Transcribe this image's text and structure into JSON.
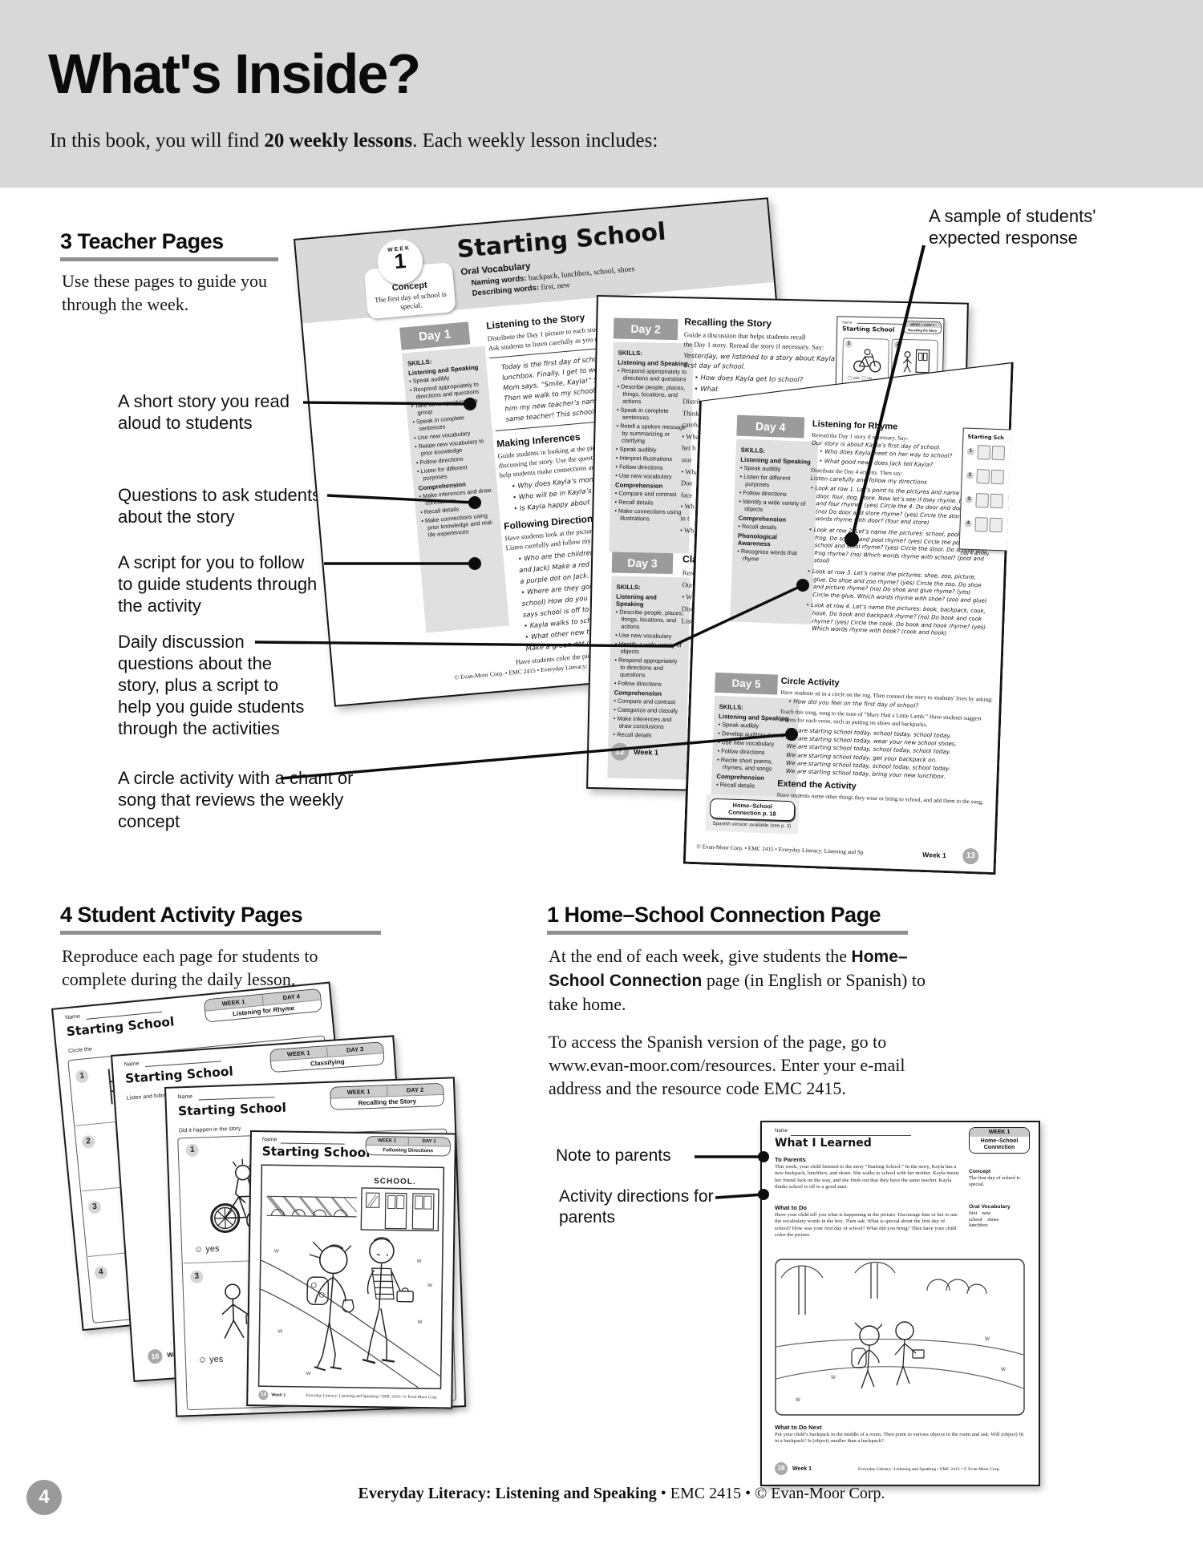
{
  "colors": {
    "band": "#d8d8d8",
    "underline": "#8f8f8f",
    "day_badge": "#9b9b9b",
    "sidebar": "#e0e0e0",
    "page_circle": "#a9a9a9",
    "ink": "#111111"
  },
  "header": {
    "title": "What's Inside?",
    "intro_prefix": "In this book, you will find ",
    "intro_bold": "20 weekly lessons",
    "intro_suffix": ". Each weekly lesson includes:"
  },
  "teacher_section": {
    "heading": "3 Teacher Pages",
    "desc": "Use these pages to guide you through the week.",
    "callout_story": "A short story you read aloud to students",
    "callout_questions": "Questions to ask students about the story",
    "callout_script": "A script for you to follow to guide students through the activity",
    "callout_daily": "Daily discussion questions about the story, plus a script to help you guide students through the activities",
    "callout_circle": "A circle activity with a chant or song that reviews the weekly concept",
    "callout_sample": "A sample of students' expected response"
  },
  "student_section": {
    "heading": "4 Student Activity Pages",
    "desc": "Reproduce each page for students to complete during the daily lesson."
  },
  "home_section": {
    "heading": "1 Home–School Connection Page",
    "p1_prefix": "At the end of each week, give students the ",
    "p1_bold": "Home–School Connection",
    "p1_suffix": " page (in English or Spanish) to take home.",
    "p2": "To access the Spanish version of the page, go to www.evan-moor.com/resources. Enter your e-mail address and the resource code EMC 2415.",
    "note_callout": "Note to parents",
    "dir_callout": "Activity directions for parents"
  },
  "page_footer": {
    "num": "4",
    "bold": "Everyday Literacy: Listening and Speaking",
    "rest": " • EMC 2415 • © Evan-Moor Corp."
  },
  "week1": {
    "badge_week": "WEEK",
    "badge_num": "1",
    "concept_label": "Concept",
    "concept": "The first day of school is special.",
    "title": "Starting School",
    "vocab_h": "Oral Vocabulary",
    "naming_label": "Naming words:",
    "naming": " backpack, lunchbox, school, shoes",
    "desc_label": "Describing words:",
    "desc": " first, new",
    "day": "Day 1",
    "skills_h": "SKILLS:",
    "ls_h": "Listening and Speaking",
    "skills": [
      "Speak audibly",
      "Respond appropriately to directions and questions",
      "Take turns speaking in a group",
      "Speak in complete sentences",
      "Use new vocabulary",
      "Relate new vocabulary to prior knowledge",
      "Follow directions",
      "Listen for different purposes"
    ],
    "comp_h": "Comprehension",
    "comp": [
      "Make inferences and draw conclusions",
      "Recall details",
      "Make connections using prior knowledge and real-life experiences"
    ],
    "s1_h": "Listening to the Story",
    "s1_intro": [
      "Distribute the Day 1 picture to each stude",
      "Ask students to listen carefully as you rea"
    ],
    "story": [
      "Today is the first day of school. I",
      "lunchbox. Finally, I get to wear my n",
      "Mom says, “Smile, Kayla!” She",
      "Then we walk to my school. On",
      "him my new teacher’s name is Miss",
      "same teacher! This school year is o"
    ],
    "s2_h": "Making Inferences",
    "s2_intro": [
      "Guide students in looking at the pictur",
      "discussing the story. Use the questions",
      "help students make connections and i"
    ],
    "s2_bullets": [
      "Why does Kayla’s mom take her",
      "Who will be in Kayla’s class?",
      "Is Kayla happy about starting sc"
    ],
    "s3_h": "Following Directions",
    "s3_intro": [
      "Have students look at the picture. The",
      "Listen carefully and follow my direc"
    ],
    "s3_lines": [
      "• Who are the children in the pic",
      "and Jack) Make a red dot on K",
      "a purple dot on Jack.",
      "• Where are they going? (to sch",
      "school) How do you know Kay",
      "says school is off to a good st",
      "• Kayla walks to school in her n",
      "• What other new thing does",
      "Make a green dot on Kayla’s"
    ],
    "s3_outro": "Have students color the picture acc",
    "footer": "© Evan-Moor Corp. • EMC 2415 • Everyday Literacy: Listening and"
  },
  "day2": {
    "day": "Day 2",
    "skills_h": "SKILLS:",
    "ls_h": "Listening and Speaking",
    "skills": [
      "Respond appropriately to directions and questions",
      "Describe people, places, things, locations, and actions",
      "Speak in complete sentences",
      "Retell a spoken message by summarizing or clarifying",
      "Speak audibly",
      "Interpret illustrations",
      "Follow directions",
      "Use new vocabulary"
    ],
    "comp_h": "Comprehension",
    "comp": [
      "Compare and contrast",
      "Recall details",
      "Make connections using illustrations"
    ],
    "h": "Recalling the Story",
    "intro": [
      "Guide a discussion that helps students recall",
      "the Day 1 story. Reread the story if necessary. Say:"
    ],
    "script": [
      "Yesterday, we listened to a story about Kayla’s",
      "first day of school."
    ],
    "bullets": [
      "• How does Kayla get to school?",
      "• What"
    ],
    "frags": [
      "Distribute t",
      "Think abo",
      "carefully",
      "• Wha",
      "her b",
      "stor",
      "• Wha",
      "Doe",
      "face",
      "• Wh",
      "in t",
      "• Wh"
    ],
    "footer_num": "12",
    "footer_week": "Week 1"
  },
  "day3": {
    "day": "Day 3",
    "skills_h": "SKILLS:",
    "ls_h": "Listening and Speaking",
    "skills": [
      "Describe people, places, things, locations, and actions",
      "Use new vocabulary",
      "Identify a wide variety of objects",
      "Respond appropriately to directions and questions",
      "Follow directions"
    ],
    "comp_h": "Comprehension",
    "comp": [
      "Compare and contrast",
      "Categorize and classify",
      "Make inferences and draw conclusions",
      "Recall details"
    ],
    "h": "Classi",
    "frags": [
      "Reread",
      "Our s",
      "• W",
      "Distrib",
      "Liste"
    ]
  },
  "day4": {
    "day": "Day 4",
    "skills_h": "SKILLS:",
    "ls_h": "Listening and Speaking",
    "skills": [
      "Speak audibly",
      "Listen for different purposes",
      "Follow directions",
      "Identify a wide variety of objects"
    ],
    "comp_h": "Comprehension",
    "comp": [
      "Recall details"
    ],
    "pa_h": "Phonological Awareness",
    "pa": [
      "Recognize words that rhyme"
    ],
    "h": "Listening for Rhyme",
    "intro1": "Reread the Day 1 story if necessary. Say:",
    "script1": "Our story is about Kayla’s first day of school.",
    "bullets": [
      "Who does Kayla meet on her way to school?",
      "What good news does Jack tell Kayla?"
    ],
    "intro2": "Distribute the Day 4 activity. Then say:",
    "script2": "Listen carefully and follow my directions",
    "rows": [
      "Look at row 1. Let’s point to the pictures and name them: door, four, dog, store. Now let’s see if they rhyme. Do door and four rhyme? (yes) Circle the 4. Do door and dog rhyme? (no) Do door and store rhyme? (yes) Circle the store. Which words rhyme with door? (four and store)",
      "Look at row 2. Let’s name the pictures: school, pool, stool, frog. Do school and pool rhyme? (yes) Circle the pool. Do school and stool rhyme? (yes) Circle the stool. Do school and frog rhyme? (no) Which words rhyme with school? (pool and stool)",
      "Look at row 3. Let’s name the pictures: shoe, zoo, picture, glue. Do shoe and zoo rhyme? (yes) Circle the zoo. Do shoe and picture rhyme? (no) Do shoe and glue rhyme? (yes) Circle the glue. Which words rhyme with shoe? (zoo and glue)",
      "Look at row 4. Let’s name the pictures: book, backpack, cook, hook. Do book and backpack rhyme? (no) Do book and cook rhyme? (yes) Circle the cook. Do book and hook rhyme? (yes) Which words rhyme with book? (cook and hook)"
    ],
    "thumb_title": "Starting Sch",
    "thumb_caption": "Day 4 activity",
    "thumb_rows": [
      "1",
      "2",
      "3",
      "4"
    ]
  },
  "day5": {
    "day": "Day 5",
    "skills_h": "SKILLS:",
    "ls_h": "Listening and Speaking",
    "skills": [
      "Speak audibly",
      "Develop auditory memory",
      "Use new vocabulary",
      "Follow directions",
      "Recite short poems, rhymes, and songs"
    ],
    "comp_h": "Comprehension",
    "comp": [
      "Recall details"
    ],
    "h": "Circle Activity",
    "intro": "Have students sit in a circle on the rug. Then connect the story to students’ lives by asking:",
    "bullet": "• How did you feel on the first day of school?",
    "teach": "Teach this song, sung to the tune of “Mary Had a Little Lamb.” Have students suggest actions for each verse, such as putting on shoes and backpacks.",
    "song": [
      "We are starting school today, school today, school today.",
      "We are starting school today, wear your new school shoes.",
      "We are starting school today, school today, school today.",
      "We are starting school today, get your backpack on.",
      "We are starting school today, school today, school today.",
      "We are starting school today, bring your new lunchbox."
    ],
    "extend_h": "Extend the Activity",
    "extend": "Have students name other things they wear or bring to school, and add them to the song.",
    "hsc1": "Home–School",
    "hsc2": "Connection p. 18",
    "hsc3": "Spanish version available (see p. 2)",
    "footer": "© Evan-Moor Corp. • EMC 2415 • Everyday Literacy: Listening and Sp",
    "footer_week": "Week 1",
    "footer_num": "13"
  },
  "thumb2": {
    "name_label": "Name",
    "title": "Starting School",
    "week": "WEEK 1",
    "day": "DAY 2",
    "skill": "Recalling the Story",
    "n1": "1",
    "n2": "2",
    "yes": "yes",
    "no": "no"
  },
  "student_pages": {
    "name_label": "Name",
    "title": "Starting School",
    "d4": {
      "week": "WEEK 1",
      "day": "DAY 4",
      "skill": "Listening for Rhyme",
      "dir": "Circle the",
      "nums": [
        "1",
        "2",
        "3",
        "4"
      ]
    },
    "d3": {
      "week": "WEEK 1",
      "day": "DAY 3",
      "skill": "Classifying",
      "dir": "Listen and follow the dire",
      "footer_num": "16",
      "footer_week": "Week 1"
    },
    "d2": {
      "week": "WEEK 1",
      "day": "DAY 2",
      "skill": "Recalling the Story",
      "dir": "Did it happen in the story",
      "n1": "1",
      "n3": "3",
      "yes": "yes"
    },
    "d1": {
      "week": "WEEK 1",
      "day": "DAY 1",
      "skill": "Following Directions",
      "school_sign": "SCHOOL.",
      "footer_num": "14",
      "footer_week": "Week 1",
      "footer_text": "Everyday Literacy: Listening and Speaking • EMC 2415 • © Evan-Moor Corp."
    }
  },
  "home_page": {
    "name_label": "Name",
    "title": "What I Learned",
    "badge_week": "WEEK 1",
    "badge_label": "Home–School Connection",
    "concept_h": "Concept",
    "concept": "The first day of school is special.",
    "vocab_h": "Oral Vocabulary",
    "vocab": [
      "first    new",
      "school    shoes",
      "lunchbox"
    ],
    "tp_h": "To Parents",
    "tp": "This week, your child listened to the story “Starting School.” In the story, Kayla has a new backpack, lunchbox, and shoes. She walks to school with her mother. Kayla meets her friend Jack on the way, and she finds out that they have the same teacher. Kayla thinks school is off to a good start.",
    "wtd_h": "What to Do",
    "wtd": "Have your child tell you what is happening in the picture. Encourage him or her to use the vocabulary words in the box. Then ask: What is special about the first day of school? How was your first day of school? What did you bring? Then have your child color the picture.",
    "wtdn_h": "What to Do Next",
    "wtdn": "Put your child’s backpack in the middle of a room. Then point to various objects in the room and ask: Will (object) fit in a backpack? Is (object) smaller than a backpack?",
    "footer_num": "18",
    "footer_week": "Week 1",
    "footer_text": "Everyday Literacy: Listening and Speaking • EMC 2415 • © Evan-Moor Corp."
  }
}
